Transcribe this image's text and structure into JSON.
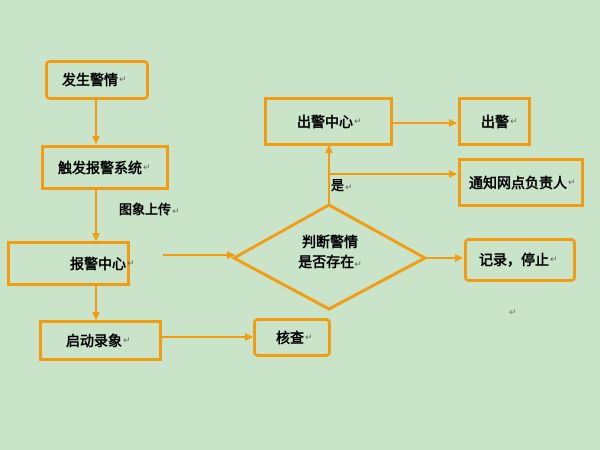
{
  "nodes": {
    "alarm_occurs": "发生警情",
    "trigger_system": "触发报警系统",
    "alarm_center": "报警中心",
    "start_recording": "启动录象",
    "check": "核查",
    "judge_line1": "判断警情",
    "judge_line2": "是否存在",
    "dispatch_center": "出警中心",
    "dispatch": "出警",
    "notify": "通知网点负责人",
    "record_stop": "记录，停止"
  },
  "labels": {
    "image_upload": "图象上传",
    "yes": "是"
  },
  "marks": {
    "para": "↵"
  },
  "colors": {
    "background": "#c9e4c9",
    "border": "#f39c12",
    "arrow": "#f39c12"
  }
}
